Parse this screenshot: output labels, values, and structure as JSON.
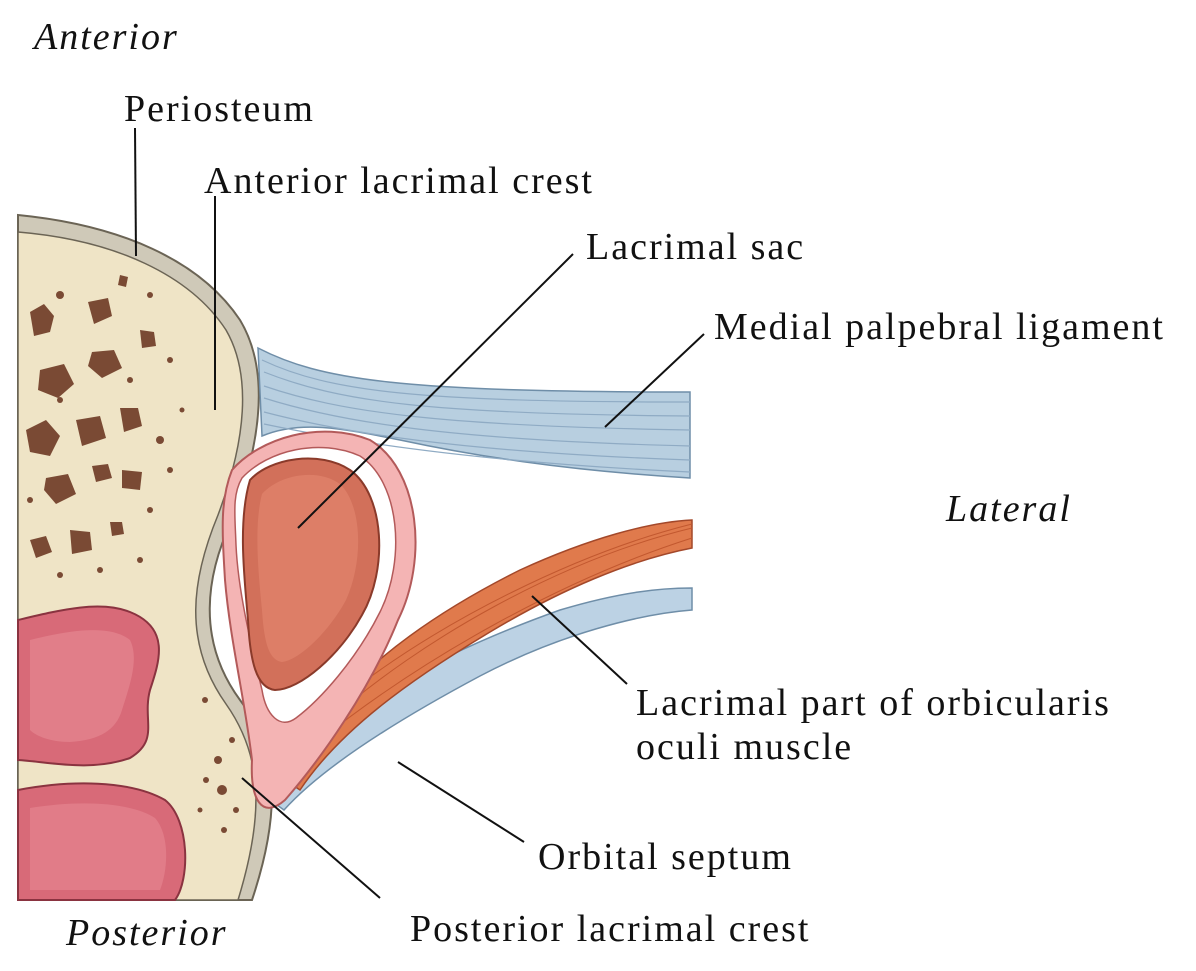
{
  "orientation": {
    "anterior": "Anterior",
    "posterior": "Posterior",
    "lateral": "Lateral"
  },
  "labels": {
    "periosteum": "Periosteum",
    "anterior_lacrimal_crest": "Anterior lacrimal crest",
    "lacrimal_sac": "Lacrimal sac",
    "medial_palpebral_ligament": "Medial palpebral ligament",
    "lacrimal_part_line1": "Lacrimal part of orbicularis",
    "lacrimal_part_line2": "oculi muscle",
    "orbital_septum": "Orbital septum",
    "posterior_lacrimal_crest": "Posterior lacrimal crest"
  },
  "colors": {
    "bone": "#efe4c6",
    "periosteum": "#cfc9b8",
    "bone_outline": "#6b6455",
    "marrow": "#7a4a34",
    "sinus": "#d86a78",
    "sac": "#d2705a",
    "sac_wall": "#f4b4b4",
    "ligament": "#b8cfe0",
    "muscle": "#e07a4c",
    "septum": "#bcd2e4",
    "leader": "#111111"
  }
}
